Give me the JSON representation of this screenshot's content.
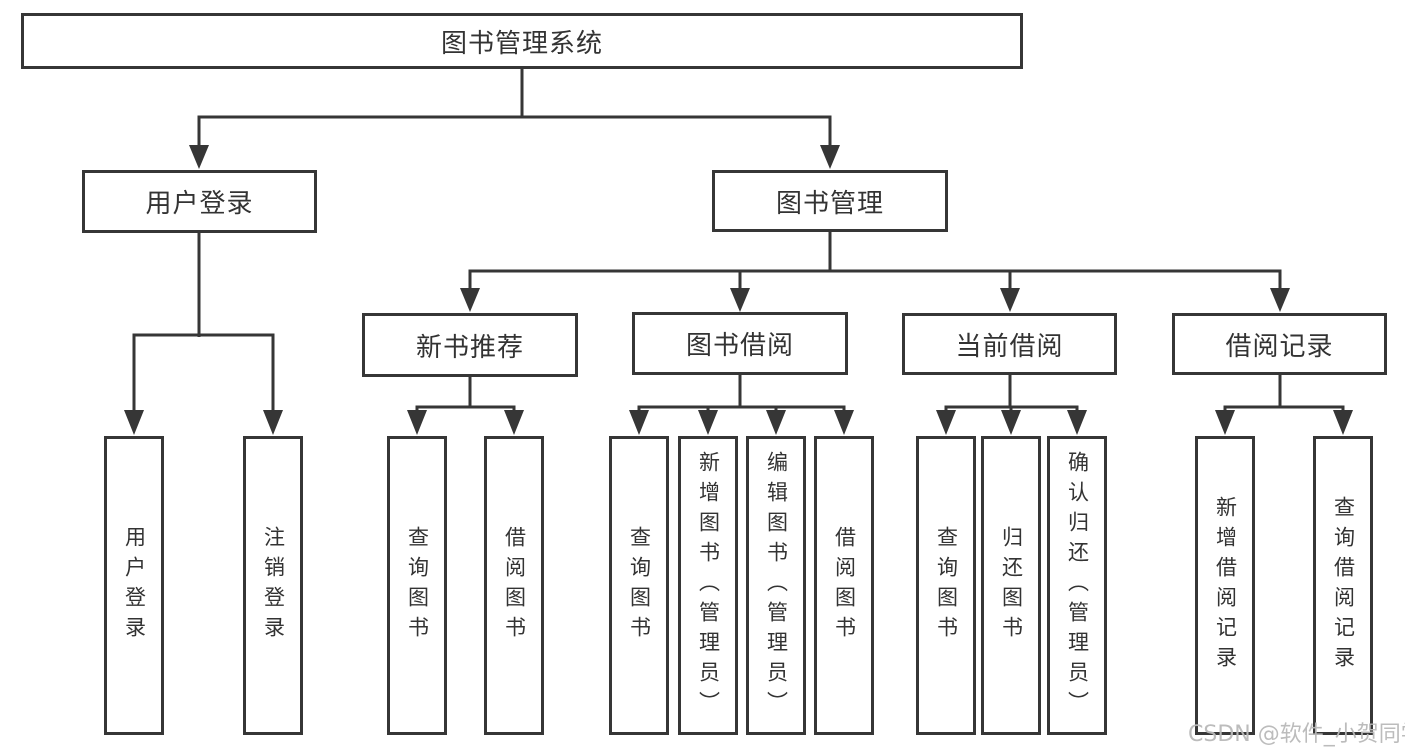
{
  "nodes": {
    "root": "图书管理系统",
    "user_login": "用户登录",
    "book_mgmt": "图书管理",
    "new_book_rec": "新书推荐",
    "book_borrow": "图书借阅",
    "current_borrow": "当前借阅",
    "borrow_records": "借阅记录",
    "leaves": {
      "user": [
        "用户登录",
        "注销登录"
      ],
      "recommend": [
        "查询图书",
        "借阅图书"
      ],
      "borrow": [
        "查询图书",
        "新增图书（管理员）",
        "编辑图书（管理员）",
        "借阅图书"
      ],
      "current": [
        "查询图书",
        "归还图书",
        "确认归还（管理员）"
      ],
      "records": [
        "新增借阅记录",
        "查询借阅记录"
      ]
    }
  },
  "watermark": {
    "text": "CSDN @软件_小贺同学",
    "color": "#b9b9b9"
  },
  "colors": {
    "line": "#363636",
    "text": "#333333",
    "box_bg": "#ffffff",
    "background": "#ffffff"
  }
}
